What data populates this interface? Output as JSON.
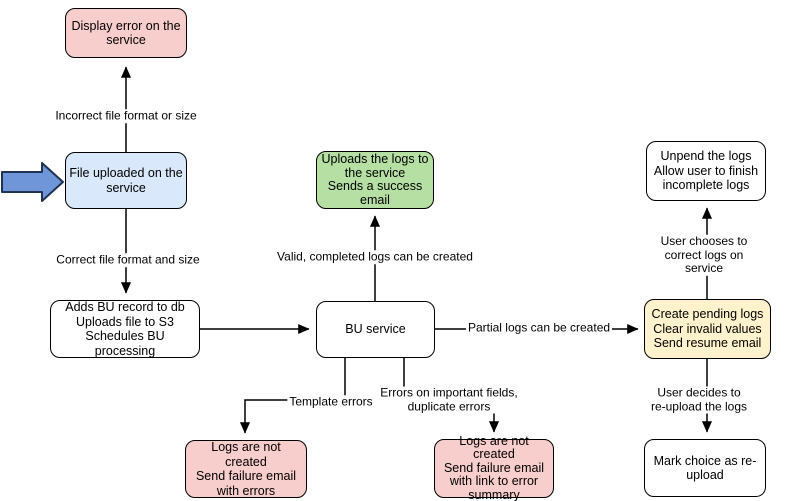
{
  "nodes": {
    "display_error": {
      "lines": [
        "Display error on the",
        "service"
      ]
    },
    "file_uploaded": {
      "lines": [
        "File uploaded on the",
        "service"
      ]
    },
    "adds_bu": {
      "lines": [
        "Adds BU record to db",
        "Uploads file to S3",
        "Schedules BU processing"
      ]
    },
    "bu_service": {
      "lines": [
        "BU service"
      ]
    },
    "uploads_logs": {
      "lines": [
        "Uploads the logs to",
        "the service",
        "Sends a success",
        "email"
      ]
    },
    "logs_not_created_errors": {
      "lines": [
        "Logs are not created",
        "Send failure email",
        "with errors"
      ]
    },
    "logs_not_created_summary": {
      "lines": [
        "Logs are not created",
        "Send failure email",
        "with link to error",
        "summary"
      ]
    },
    "create_pending": {
      "lines": [
        "Create pending logs",
        "Clear invalid values",
        "Send resume email"
      ]
    },
    "unpend": {
      "lines": [
        "Unpend the logs",
        "Allow user to finish",
        "incomplete logs"
      ]
    },
    "mark_reupload": {
      "lines": [
        "Mark choice as re-",
        "upload"
      ]
    }
  },
  "edges": {
    "incorrect_format": {
      "label": "Incorrect file format or size"
    },
    "correct_format": {
      "label": "Correct file format and size"
    },
    "valid_completed": {
      "label": "Valid, completed logs can be created"
    },
    "partial_logs": {
      "label": "Partial logs can be created"
    },
    "template_errors": {
      "label": "Template errors"
    },
    "field_errors": {
      "lines": [
        "Errors on important fields,",
        "duplicate errors"
      ]
    },
    "user_corrects": {
      "label": "User chooses to correct logs on service"
    },
    "user_reuploads": {
      "label": "User decides to re-upload the logs"
    }
  },
  "colors": {
    "node_red_fill": "#f8cecc",
    "node_blue_fill": "#dae8fc",
    "node_green_fill": "#b5dfa3",
    "node_yellow_fill": "#fff2cc",
    "node_white_fill": "#ffffff",
    "node_stroke": "#000000",
    "edge_stroke": "#000000",
    "entry_arrow_fill": "#6e96d9",
    "entry_arrow_stroke": "#1f3251"
  }
}
